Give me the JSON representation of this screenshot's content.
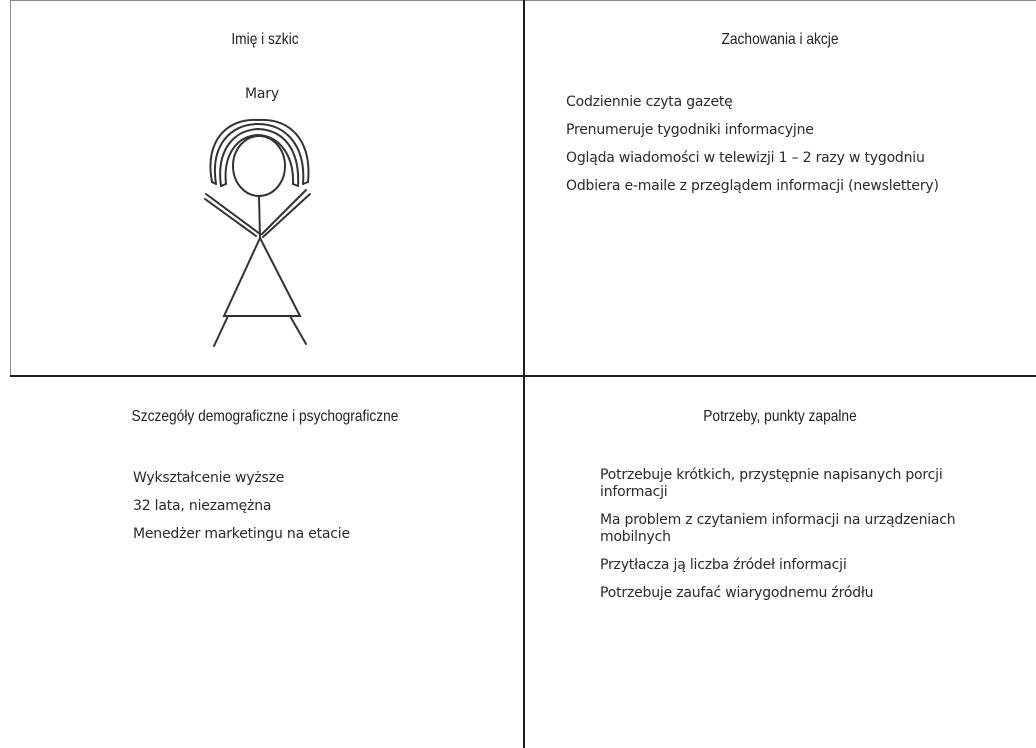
{
  "quadrants": {
    "name_sketch": {
      "heading": "Imię i szkic",
      "person_name": "Mary"
    },
    "behaviors": {
      "heading": "Zachowania i akcje",
      "items": [
        "Codziennie czyta gazetę",
        "Prenumeruje tygodniki informacyjne",
        "Ogląda wiadomości w telewizji 1 – 2 razy w tygodniu",
        "Odbiera e-maile z przeglądem informacji  (newslettery)"
      ]
    },
    "demographics": {
      "heading": "Szczegóły demograficzne i psychograficzne",
      "items": [
        "Wykształcenie wyższe",
        "32 lata, niezamężna",
        "Menedżer marketingu na etacie"
      ]
    },
    "needs": {
      "heading": "Potrzeby, punkty zapalne",
      "items": [
        "Potrzebuje krótkich, przystępnie napisanych porcji informacji",
        "Ma problem z czytaniem informacji na urządzeniach mobilnych",
        "Przytłacza ją liczba źródeł informacji",
        "Potrzebuje zaufać wiarygodnemu źródłu"
      ]
    }
  },
  "icons": {
    "sketch": "stick-figure-icon"
  },
  "colors": {
    "lines": "#1e1e1e",
    "text": "#222222"
  }
}
